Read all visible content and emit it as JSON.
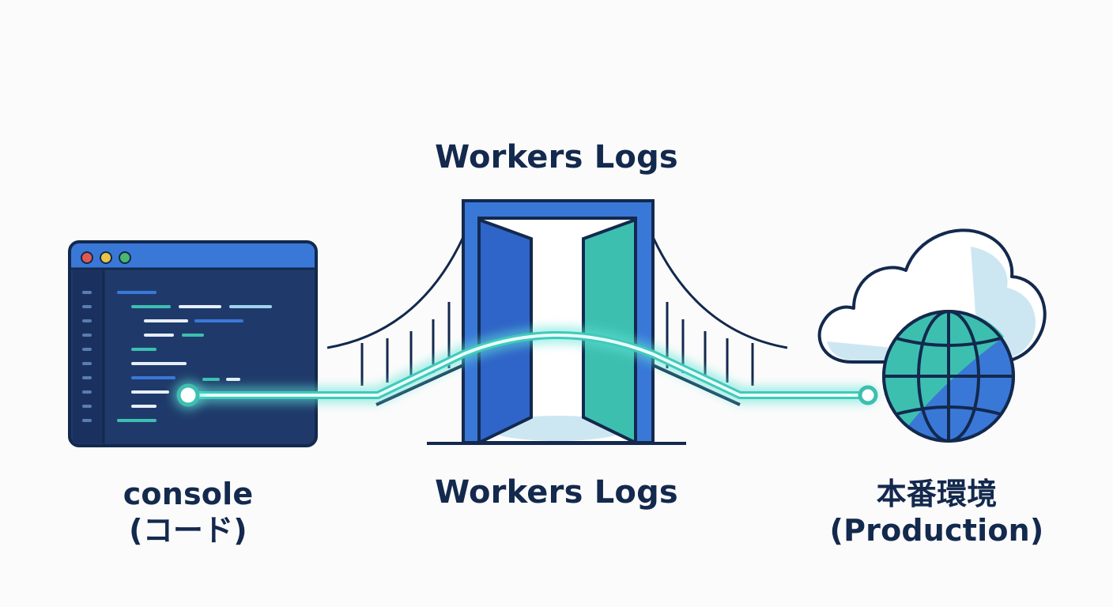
{
  "header": {
    "title": "Workers Logs"
  },
  "bridge": {
    "label": "Workers Logs"
  },
  "source": {
    "line1": "console",
    "line2": "(コード)"
  },
  "destination": {
    "line1": "本番環境",
    "line2": "(Production)"
  },
  "icons": {
    "code_editor": "code-editor-window-icon",
    "bridge": "suspension-bridge-icon",
    "gate": "open-gate-icon",
    "cloud": "cloud-icon",
    "globe": "globe-icon"
  },
  "colors": {
    "navy": "#13294d",
    "editor_bg": "#1e3a6b",
    "blue": "#3a78d8",
    "teal": "#3dbfb0",
    "glow": "#5fe3d6",
    "light_blue": "#cde7f2",
    "window_red": "#e0584f",
    "window_yellow": "#e8c547",
    "window_green": "#49b86c"
  }
}
